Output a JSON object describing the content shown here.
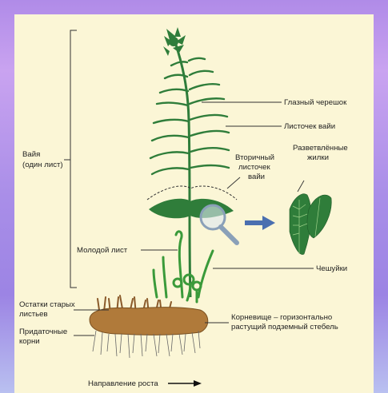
{
  "labels": {
    "vaya_line1": "Вайя",
    "vaya_line2": "(один лист)",
    "glazny_cheresok": "Глазный черешок",
    "listochek_vayi": "Листочек вайи",
    "vtorichny_line1": "Вторичный",
    "vtorichny_line2": "листочек",
    "vtorichny_line3": "вайи",
    "razvetvl_line1": "Разветвлённые",
    "razvetvl_line2": "жилки",
    "molodoy_list": "Молодой лист",
    "cheshuyki": "Чешуйки",
    "ostatki_line1": "Остатки старых",
    "ostatki_line2": "листьев",
    "pridat_line1": "Придаточные",
    "pridat_line2": "корни",
    "kornevische_line1": "Корневище – горизонтально",
    "kornevische_line2": "растущий подземный стебель",
    "napravlenie": "Направление роста"
  },
  "colors": {
    "panel": "#fbf6d6",
    "leaf": "#2f7d3a",
    "rhizome": "#b07a3a",
    "arrow": "#4a6fb0"
  }
}
